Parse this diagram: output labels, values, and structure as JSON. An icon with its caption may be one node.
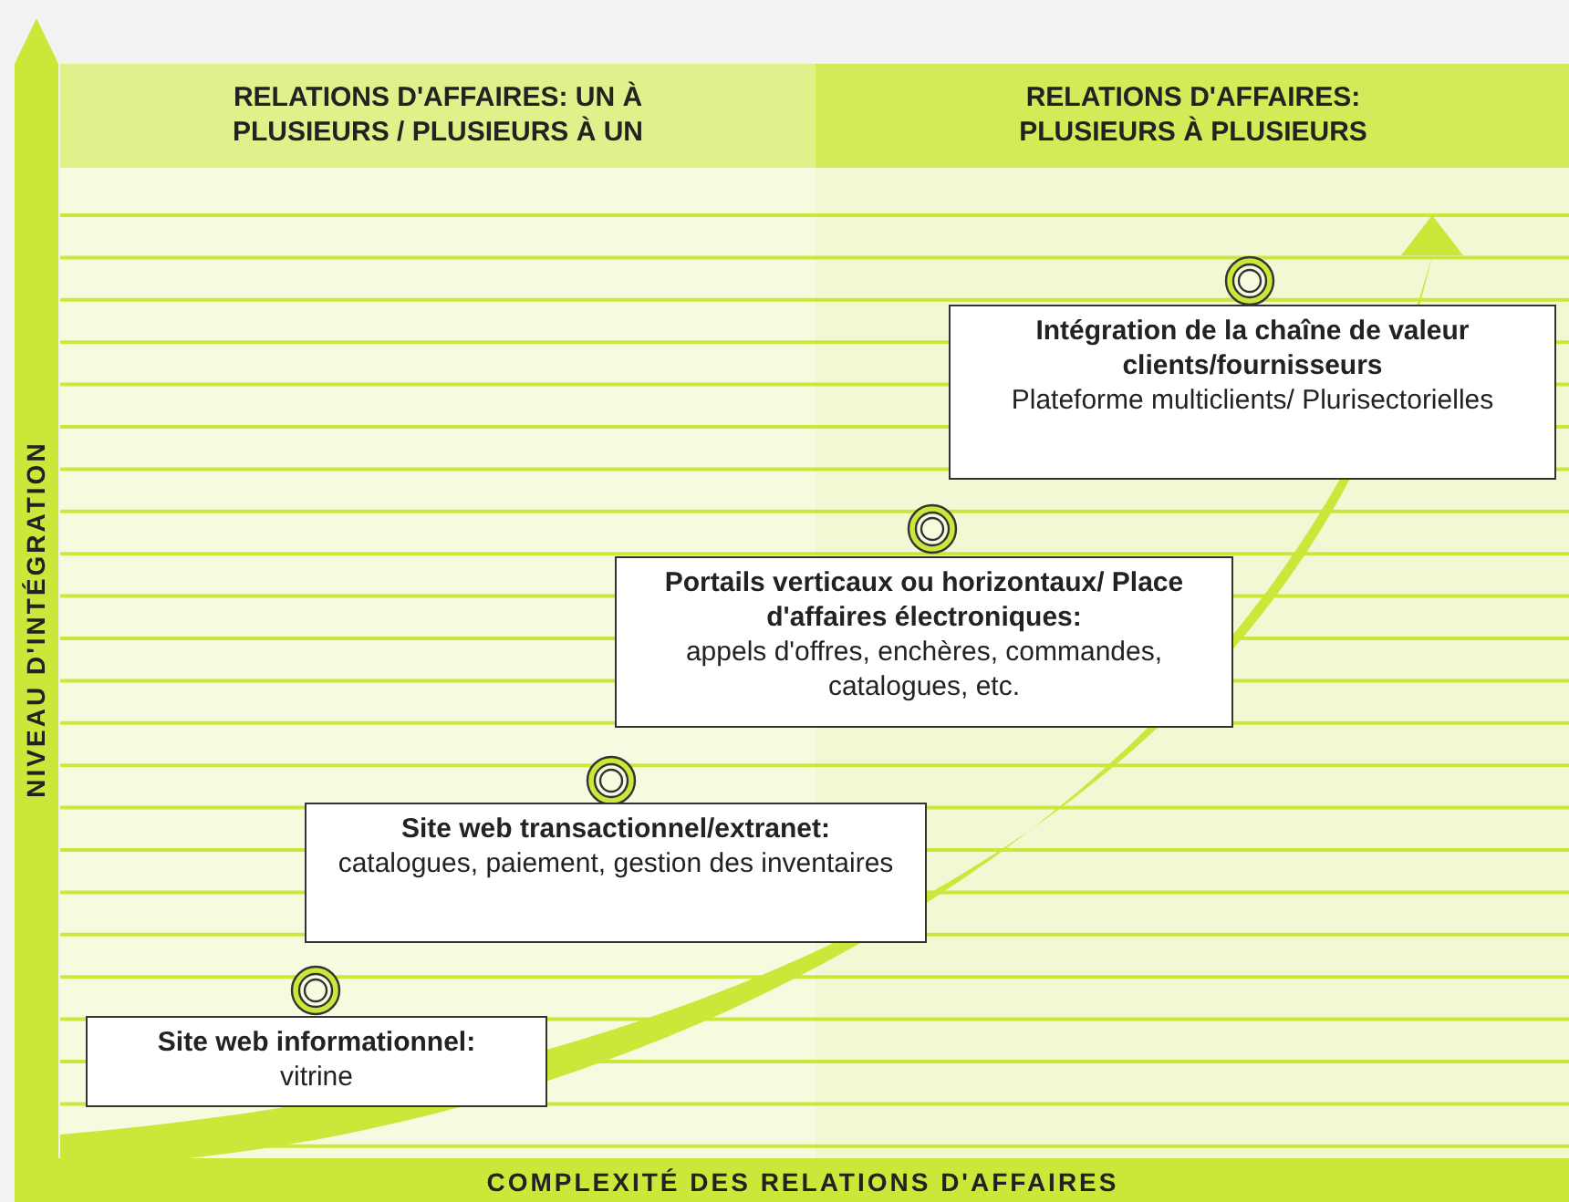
{
  "diagram": {
    "nodes": [
      {
        "text": [
          "Site web informationnel:",
          "vitrine"
        ]
      },
      {
        "text": [
          "Site web transactionnel/extranet:",
          "catalogues, paiement, gestion des inventaires"
        ]
      },
      {
        "text": [
          "Portails verticaux ou horizontaux/ Place d'affaires électroniques:",
          "appels d'offres, enchères, commandes, catalogues, etc."
        ]
      },
      {
        "text": [
          "Intégration de la chaîne de valeur clients/fournisseurs",
          "Plateforme multiclients/ Plurisectorielles"
        ]
      }
    ],
    "edges": [],
    "labels": [
      "RELATIONS D'AFFAIRES: UN À PLUSIEURS / PLUSIEURS À UN",
      "RELATIONS D'AFFAIRES: PLUSIEURS À PLUSIEURS",
      "NIVEAU D'INTÉGRATION",
      "COMPLEXITÉ DES RELATIONS D'AFFAIRES"
    ]
  }
}
